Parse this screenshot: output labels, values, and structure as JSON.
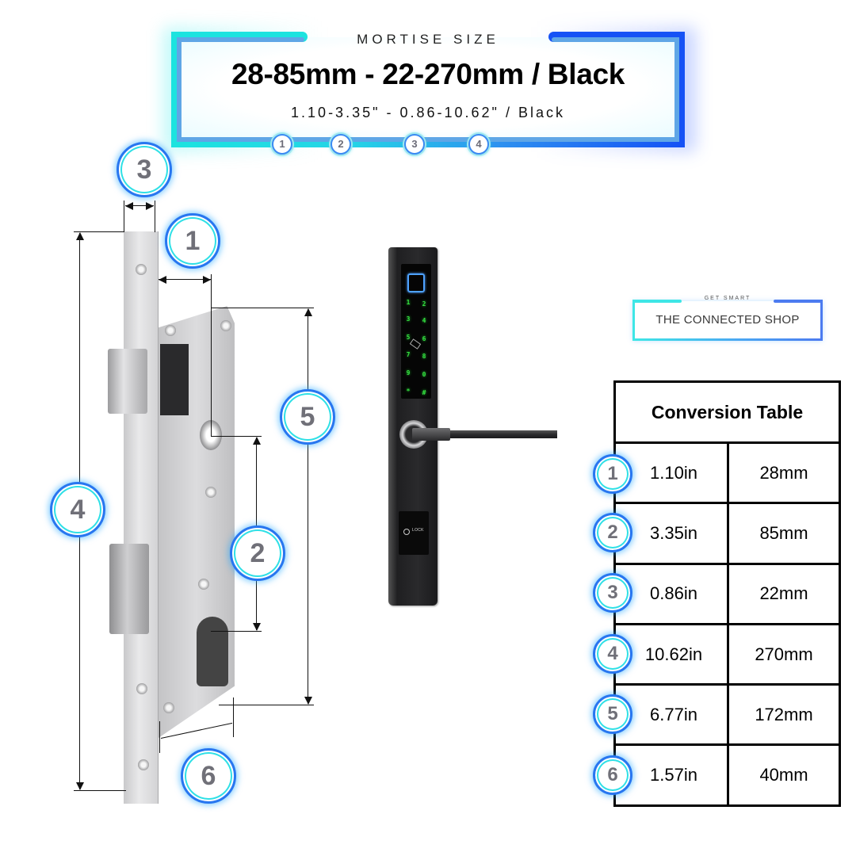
{
  "header": {
    "label": "MORTISE SIZE",
    "title": "28-85mm - 22-270mm / Black",
    "subtitle": "1.10-3.35\" - 0.86-10.62\" / Black",
    "badges": [
      "1",
      "2",
      "3",
      "4"
    ]
  },
  "brand": {
    "kicker": "GET SMART",
    "name": "THE CONNECTED SHOP"
  },
  "diagram": {
    "badges": {
      "b1": "1",
      "b2": "2",
      "b3": "3",
      "b4": "4",
      "b5": "5",
      "b6": "6"
    }
  },
  "handle": {
    "keypad_keys": [
      "1",
      "2",
      "3",
      "4",
      "5",
      "6",
      "7",
      "8",
      "9",
      "0",
      "*",
      "#"
    ],
    "lock_button_label": "LOCK"
  },
  "table": {
    "title": "Conversion Table",
    "rows": [
      {
        "badge": "1",
        "inches": "1.10in",
        "mm": "28mm"
      },
      {
        "badge": "2",
        "inches": "3.35in",
        "mm": "85mm"
      },
      {
        "badge": "3",
        "inches": "0.86in",
        "mm": "22mm"
      },
      {
        "badge": "4",
        "inches": "10.62in",
        "mm": "270mm"
      },
      {
        "badge": "5",
        "inches": "6.77in",
        "mm": "172mm"
      },
      {
        "badge": "6",
        "inches": "1.57in",
        "mm": "40mm"
      }
    ]
  },
  "colors": {
    "cyan_accent": "#1ce3df",
    "blue_accent": "#1652f5",
    "inner_frame": "#5fa6e6",
    "keypad_green": "#35e040",
    "badge_text": "#707078"
  }
}
